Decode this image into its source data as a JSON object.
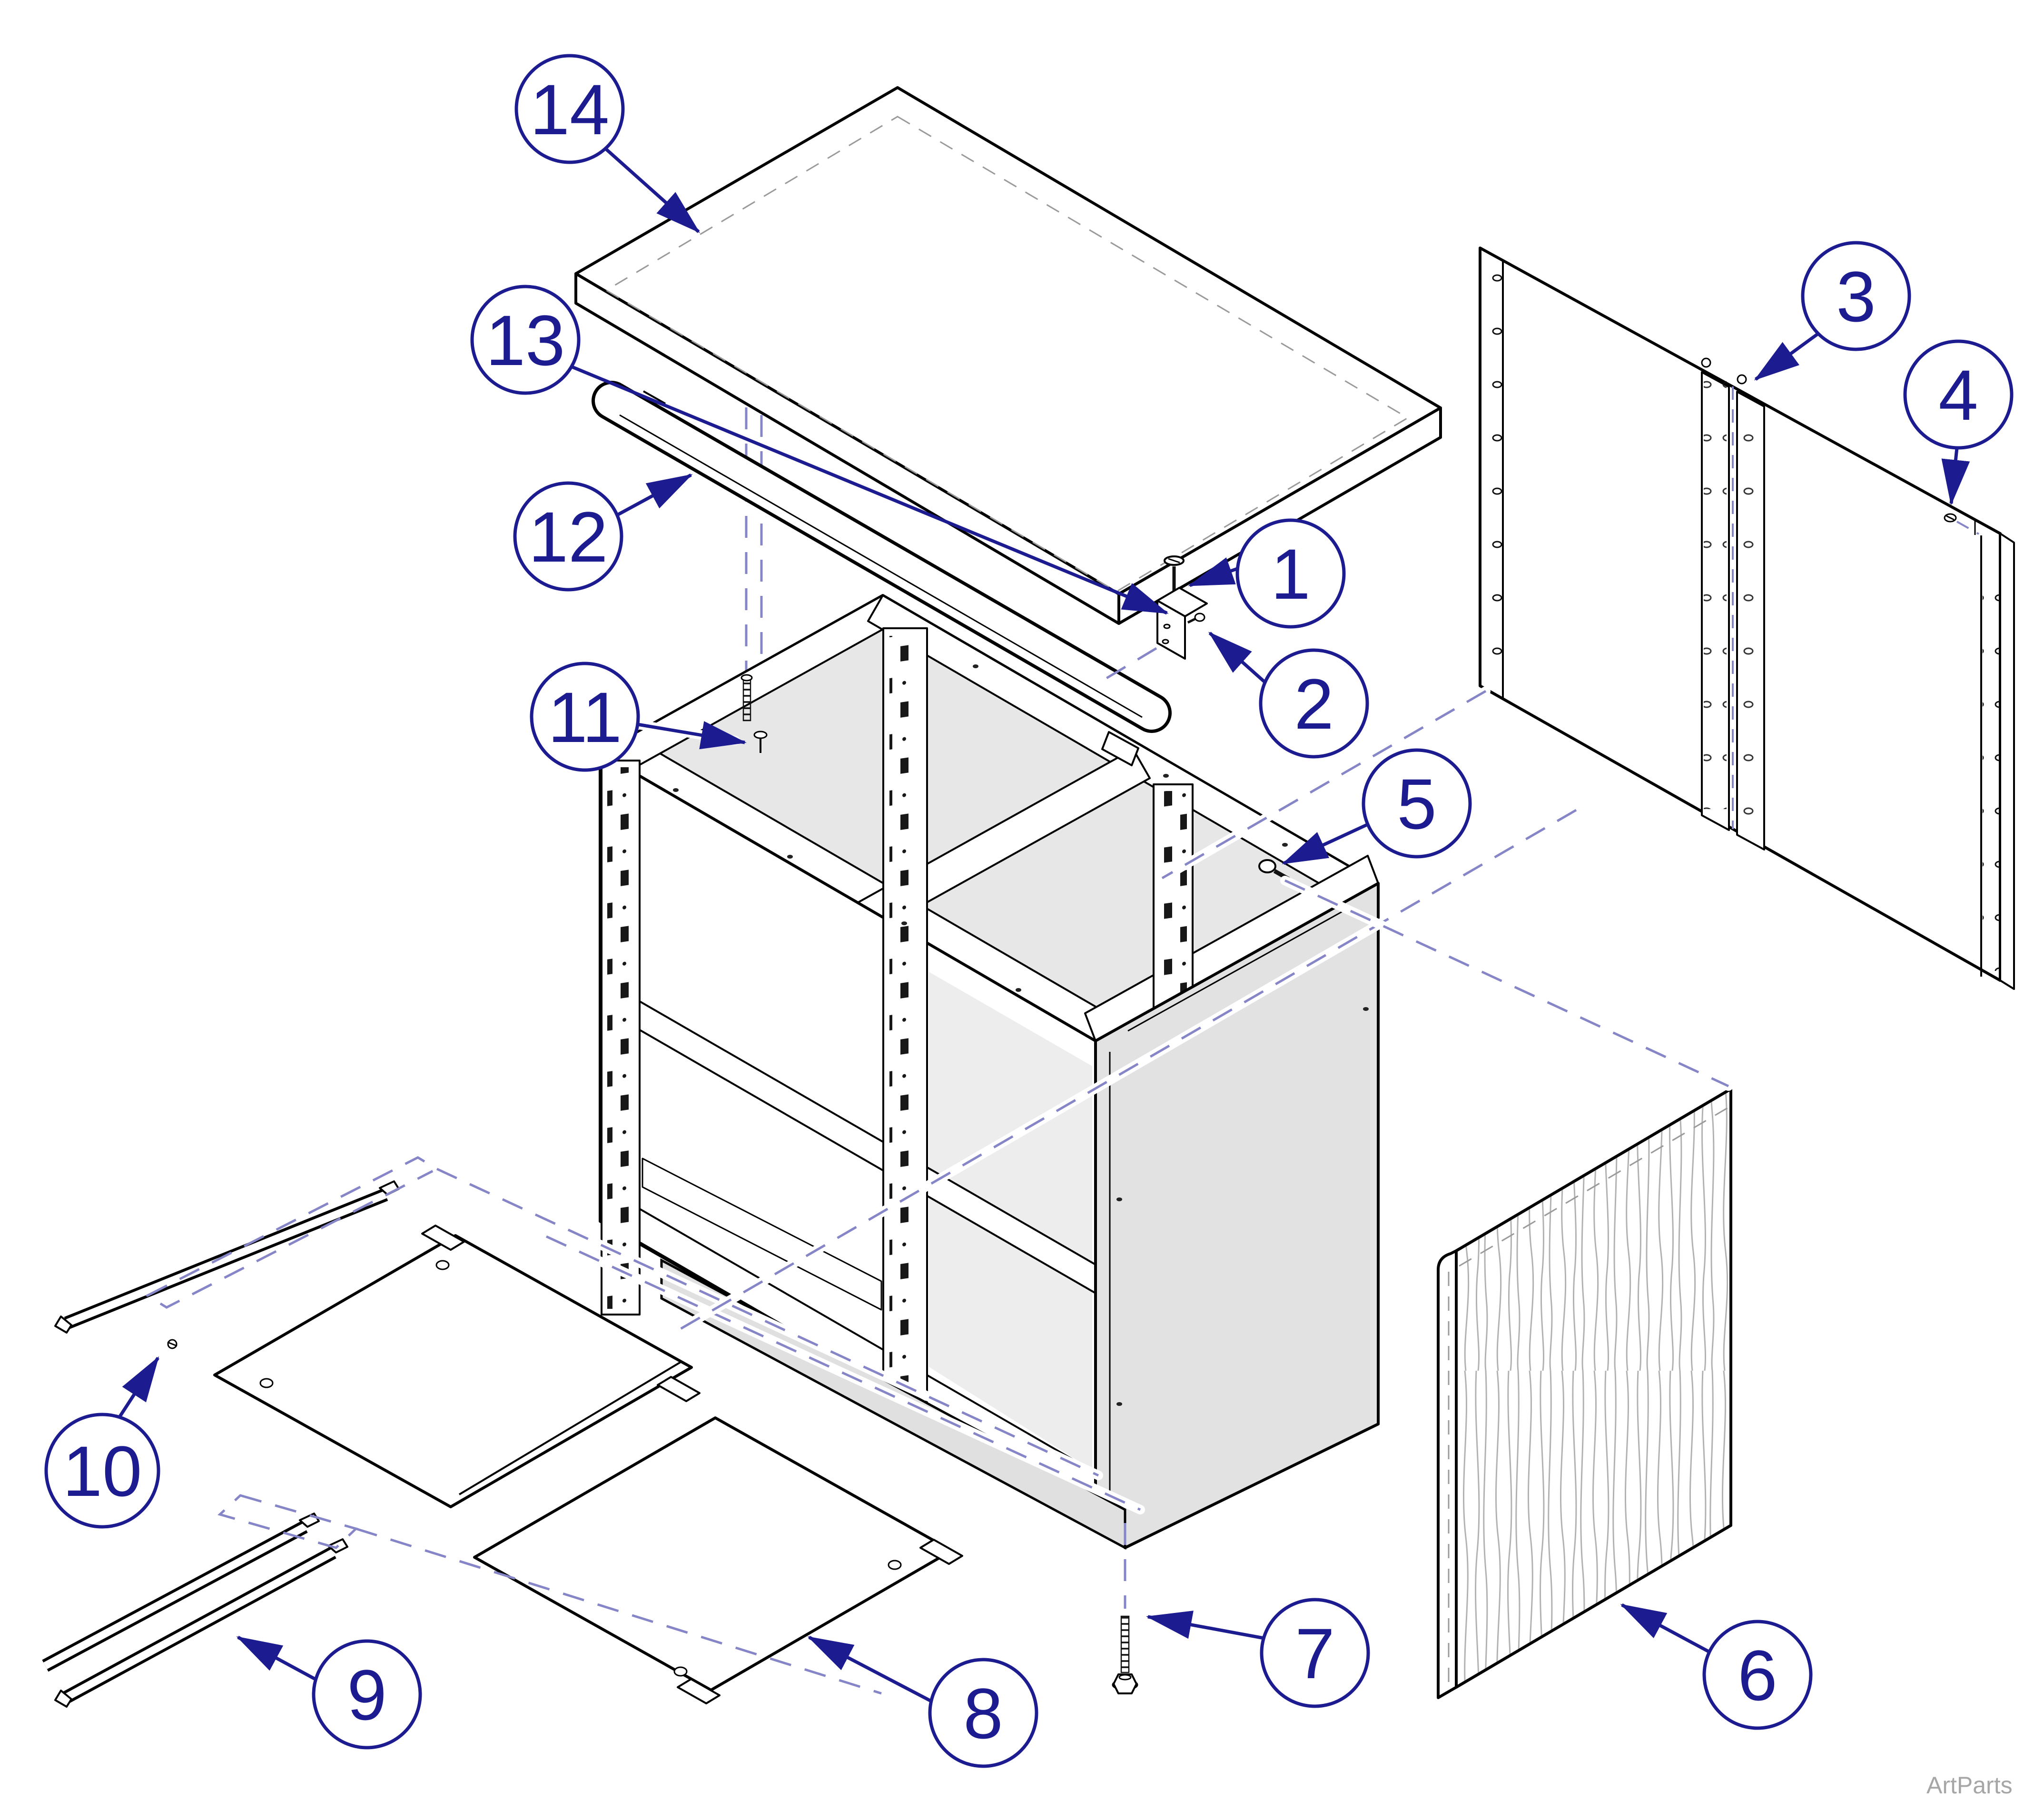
{
  "drawing": {
    "watermark": "ArtParts"
  },
  "callouts": {
    "c1": {
      "label": "1"
    },
    "c2": {
      "label": "2"
    },
    "c3": {
      "label": "3"
    },
    "c4": {
      "label": "4"
    },
    "c5": {
      "label": "5"
    },
    "c6": {
      "label": "6"
    },
    "c7": {
      "label": "7"
    },
    "c8": {
      "label": "8"
    },
    "c9": {
      "label": "9"
    },
    "c10": {
      "label": "10"
    },
    "c11": {
      "label": "11"
    },
    "c12": {
      "label": "12"
    },
    "c13": {
      "label": "13"
    },
    "c14": {
      "label": "14"
    }
  },
  "colors": {
    "nav": "#1c1c90",
    "dash": "#8585c8",
    "cab": "#e7e7e7",
    "side": "#e2e2e2",
    "grain": "#b2b2b2",
    "wm": "#a6a6a6"
  }
}
